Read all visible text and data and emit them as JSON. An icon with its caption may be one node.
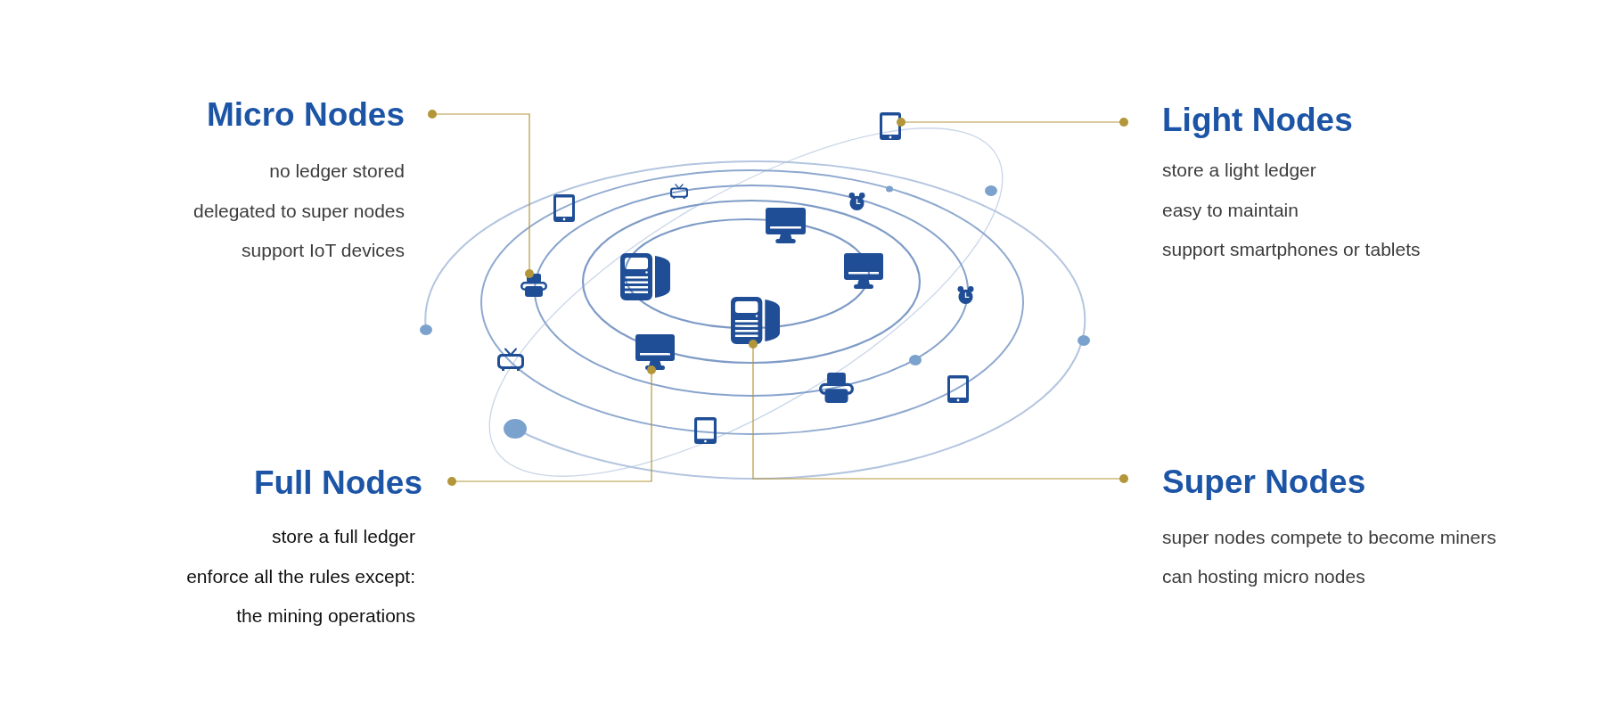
{
  "diagram": {
    "nodes": [
      {
        "text": [
          "Micro Nodes",
          "no ledger stored",
          "delegated to super nodes",
          "support IoT devices"
        ]
      },
      {
        "text": [
          "Light Nodes",
          "store a light ledger",
          "easy to maintain",
          "support smartphones or tablets"
        ]
      },
      {
        "text": [],
        "shape": "picture"
      },
      {
        "text": [],
        "shape": "picture"
      },
      {
        "text": [],
        "shape": "picture"
      },
      {
        "text": [],
        "shape": "picture"
      },
      {
        "text": [
          "Full Nodes",
          "store a full ledger",
          "enforce all the rules except:",
          "the mining operations"
        ]
      },
      {
        "text": [
          "Super Nodes",
          "super nodes compete to become miners",
          "can hosting micro nodes"
        ]
      }
    ],
    "edges": [
      {
        "from": 0,
        "to": 3,
        "arrow": "other"
      },
      {
        "from": 1,
        "to": 2,
        "arrow": "other"
      },
      {
        "from": 6,
        "to": 5,
        "arrow": "other"
      },
      {
        "from": 7,
        "to": 4,
        "arrow": "other"
      }
    ]
  }
}
